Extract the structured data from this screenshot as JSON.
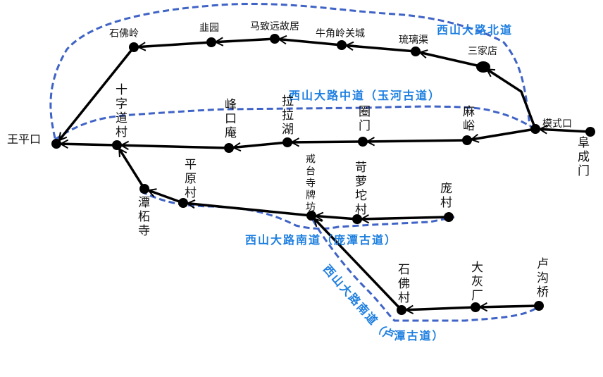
{
  "routes": {
    "north": "西山大路北道",
    "middle": "西山大路中道（玉河古道）",
    "south_pang": "西山大路南道（庞潭古道）",
    "south_lu": "西山大路南道（卢潭古道）"
  },
  "places": {
    "wangpingkou": "王平口",
    "shifoling": "石佛岭",
    "jiuyuan": "韭园",
    "mazhiyuan": "马致远故居",
    "niujiaoling": "牛角岭关城",
    "liuliqu": "琉璃渠",
    "sanjiadian": "三家店",
    "moshikou": "模式口",
    "fuchengmen": "阜成门",
    "shizidao": "十字道村",
    "fengkouan": "峰口庵",
    "lalahu": "拉拉湖",
    "quanmen": "圈门",
    "mayu": "麻峪",
    "tanzhesi": "潭柘寺",
    "pingyuan": "平原村",
    "jietaisi": "戒台寺牌坊",
    "kuoluotuo": "苛萝坨村",
    "pangcun": "庞村",
    "shifocun": "石佛村",
    "dahuichang": "大灰厂",
    "lugouqiao": "卢沟桥"
  },
  "colors": {
    "route": "#000000",
    "dashed": "#3f63c6",
    "label": "#1e7fe0"
  }
}
